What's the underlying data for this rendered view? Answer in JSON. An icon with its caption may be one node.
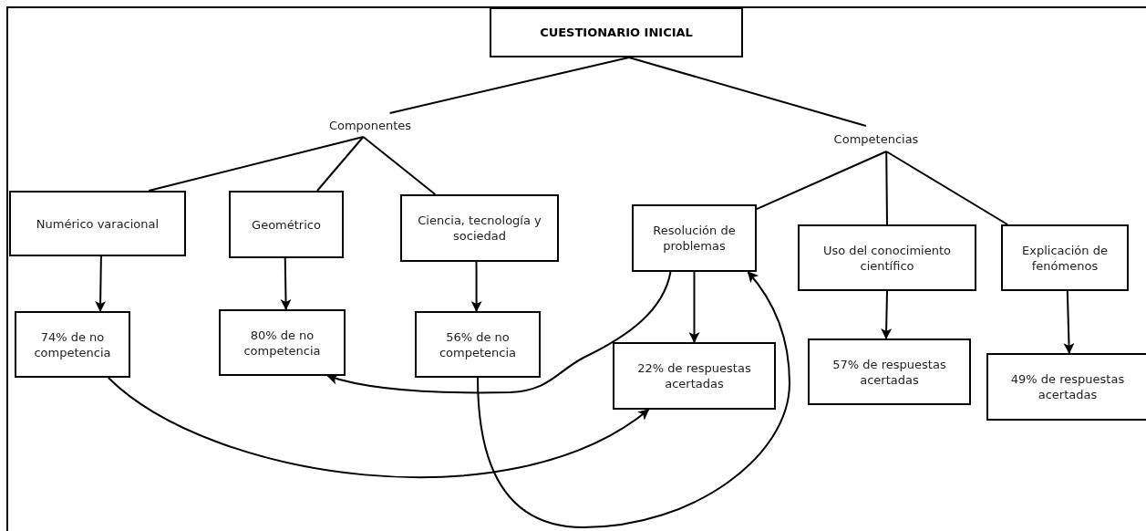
{
  "diagram": {
    "nodes": [
      {
        "text": [
          "CUESTIONARIO INICIAL"
        ]
      },
      {
        "text": [
          "Componentes"
        ]
      },
      {
        "text": [
          "Competencias"
        ]
      },
      {
        "text": [
          "Numérico varacional"
        ]
      },
      {
        "text": [
          "Geométrico"
        ]
      },
      {
        "text": [
          "Ciencia, tecnología y sociedad"
        ]
      },
      {
        "text": [
          "Resolución de problemas"
        ]
      },
      {
        "text": [
          "Uso del conocimiento científico"
        ]
      },
      {
        "text": [
          "Explicación de fenómenos"
        ]
      },
      {
        "text": [
          "74% de no competencia"
        ]
      },
      {
        "text": [
          "80% de no competencia"
        ]
      },
      {
        "text": [
          "56% de no competencia"
        ]
      },
      {
        "text": [
          "22% de respuestas acertadas"
        ]
      },
      {
        "text": [
          "57% de respuestas acertadas"
        ]
      },
      {
        "text": [
          "49% de respuestas acertadas"
        ]
      }
    ],
    "edges": [
      {
        "from": 0,
        "to": 1,
        "arrow": "none"
      },
      {
        "from": 0,
        "to": 2,
        "arrow": "none"
      },
      {
        "from": 1,
        "to": 3,
        "arrow": "none"
      },
      {
        "from": 1,
        "to": 4,
        "arrow": "none"
      },
      {
        "from": 1,
        "to": 5,
        "arrow": "none"
      },
      {
        "from": 2,
        "to": 6,
        "arrow": "none"
      },
      {
        "from": 2,
        "to": 7,
        "arrow": "none"
      },
      {
        "from": 2,
        "to": 8,
        "arrow": "none"
      },
      {
        "from": 3,
        "to": 9,
        "arrow": "to"
      },
      {
        "from": 4,
        "to": 10,
        "arrow": "to"
      },
      {
        "from": 5,
        "to": 11,
        "arrow": "to"
      },
      {
        "from": 6,
        "to": 12,
        "arrow": "to"
      },
      {
        "from": 7,
        "to": 13,
        "arrow": "to"
      },
      {
        "from": 8,
        "to": 14,
        "arrow": "to"
      },
      {
        "from": 6,
        "to": 10,
        "arrow": "to"
      },
      {
        "from": 9,
        "to": 12,
        "arrow": "to"
      },
      {
        "from": 11,
        "to": 6,
        "arrow": "to"
      }
    ]
  }
}
